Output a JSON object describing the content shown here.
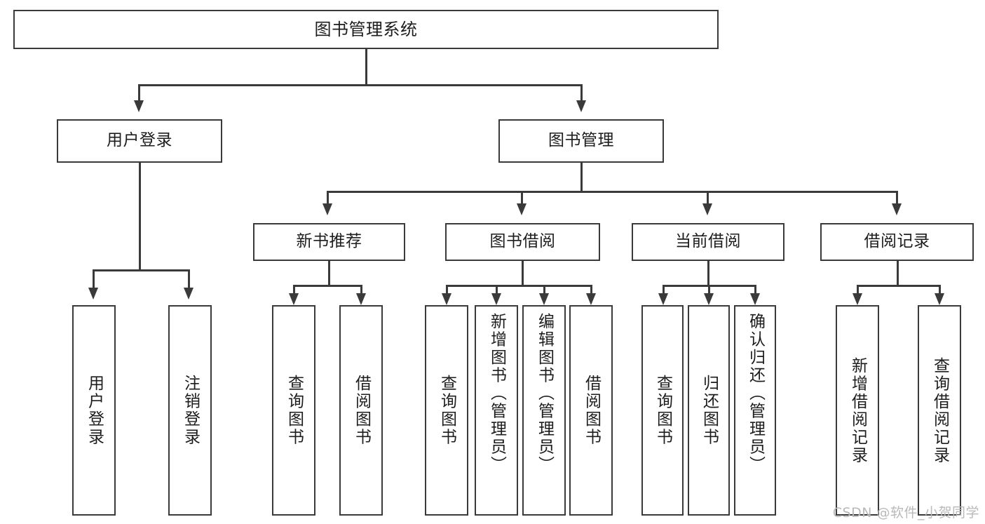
{
  "diagram": {
    "type": "tree-hierarchy",
    "title": "图书管理系统",
    "watermark": "CSDN @软件_小贺同学",
    "colors": {
      "stroke": "#3a3a3a",
      "fill": "#ffffff",
      "text": "#1d1d1d",
      "watermark": "#b9b9b9"
    },
    "levels": {
      "root": {
        "label": "图书管理系统"
      },
      "level2": [
        {
          "label": "用户登录"
        },
        {
          "label": "图书管理"
        }
      ],
      "level3": [
        {
          "label": "新书推荐"
        },
        {
          "label": "图书借阅"
        },
        {
          "label": "当前借阅"
        },
        {
          "label": "借阅记录"
        }
      ]
    },
    "leaves": {
      "user_login": [
        {
          "label": "用户登录"
        },
        {
          "label": "注销登录"
        }
      ],
      "new_book_recommend": [
        {
          "label": "查询图书"
        },
        {
          "label": "借阅图书"
        }
      ],
      "book_borrow": [
        {
          "label": "查询图书"
        },
        {
          "label": "新增图书（管理员）"
        },
        {
          "label": "编辑图书（管理员）"
        },
        {
          "label": "借阅图书"
        }
      ],
      "current_borrow": [
        {
          "label": "查询图书"
        },
        {
          "label": "归还图书"
        },
        {
          "label": "确认归还（管理员）"
        }
      ],
      "borrow_record": [
        {
          "label": "新增借阅记录"
        },
        {
          "label": "查询借阅记录"
        }
      ]
    }
  }
}
